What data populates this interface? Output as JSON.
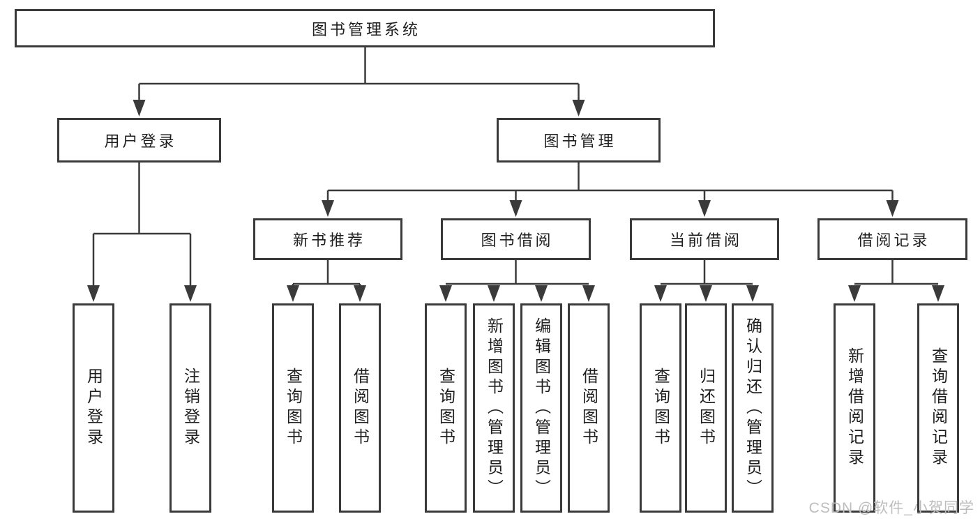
{
  "diagram": {
    "colors": {
      "line": "#3a3a3a",
      "text": "#1f1f1f",
      "watermark": "#bdbdbd",
      "background": "#ffffff"
    },
    "root": {
      "label": "图书管理系统"
    },
    "level2": [
      {
        "label": "用户登录"
      },
      {
        "label": "图书管理"
      }
    ],
    "level3": [
      {
        "label": "新书推荐"
      },
      {
        "label": "图书借阅"
      },
      {
        "label": "当前借阅"
      },
      {
        "label": "借阅记录"
      }
    ],
    "leaves": {
      "user_login": [
        {
          "label": "用户登录"
        },
        {
          "label": "注销登录"
        }
      ],
      "new_book_recommend": [
        {
          "label": "查询图书"
        },
        {
          "label": "借阅图书"
        }
      ],
      "book_borrow": [
        {
          "label": "查询图书"
        },
        {
          "label": "新增图书（管理员）"
        },
        {
          "label": "编辑图书（管理员）"
        },
        {
          "label": "借阅图书"
        }
      ],
      "current_borrow": [
        {
          "label": "查询图书"
        },
        {
          "label": "归还图书"
        },
        {
          "label": "确认归还（管理员）"
        }
      ],
      "borrow_records": [
        {
          "label": "新增借阅记录"
        },
        {
          "label": "查询借阅记录"
        }
      ]
    },
    "watermark": "CSDN @软件_小贺同学"
  }
}
